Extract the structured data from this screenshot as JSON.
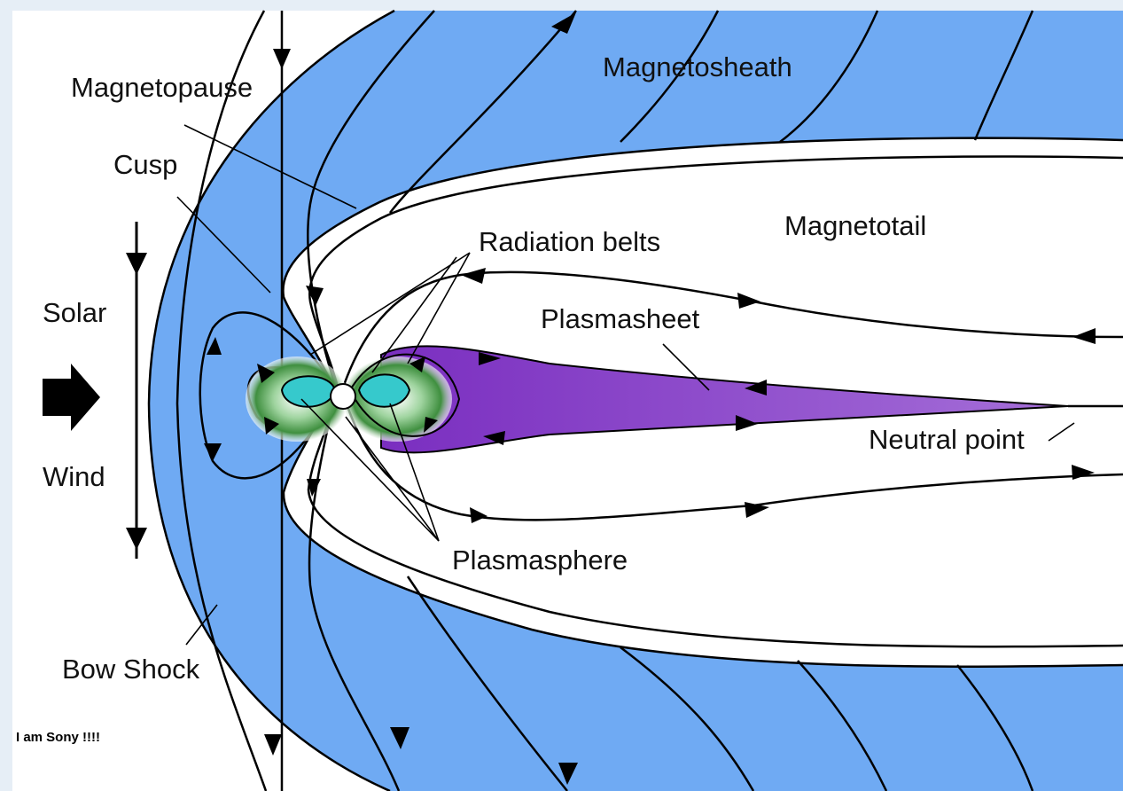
{
  "labels": {
    "magnetosheath": "Magnetosheath",
    "magnetopause": "Magnetopause",
    "cusp": "Cusp",
    "magnetotail": "Magnetotail",
    "radiation_belts": "Radiation belts",
    "solar": "Solar",
    "wind": "Wind",
    "plasmasheet": "Plasmasheet",
    "neutral_point": "Neutral point",
    "plasmasphere": "Plasmasphere",
    "bow_shock": "Bow Shock"
  },
  "credit": "I am Sony !!!!",
  "colors": {
    "sheath": "#6faaf3",
    "plasmasheet": "#8d3fc7",
    "plasmasphere": "#36c9cc",
    "radiation_belts": "#3f8f3f",
    "background": "#e6eef6",
    "line": "#000000"
  }
}
